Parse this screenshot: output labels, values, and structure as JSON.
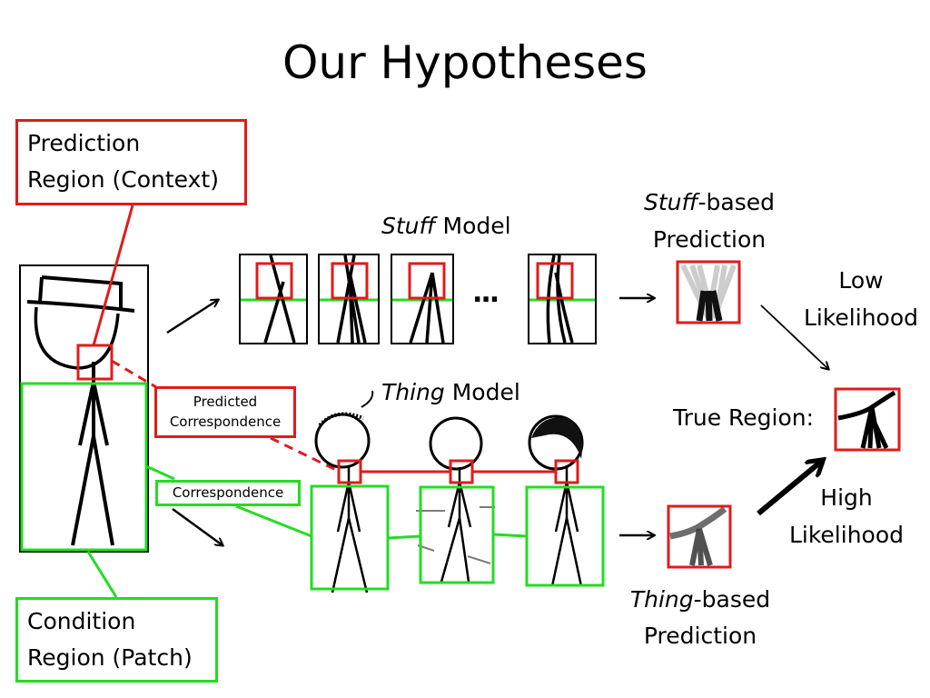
{
  "slide": {
    "title": "Our Hypotheses"
  },
  "callouts": {
    "prediction_region": [
      "Prediction",
      "Region (Context)"
    ],
    "condition_region": [
      "Condition",
      "Region (Patch)"
    ],
    "predicted_correspondence": [
      "Predicted",
      "Correspondence"
    ],
    "correspondence": "Correspondence"
  },
  "stuff": {
    "model_italic": "Stuff",
    "model_rest": " Model",
    "ellipsis": "...",
    "prediction_italic": "Stuff",
    "prediction_rest": "-based",
    "prediction_line2": "Prediction",
    "likelihood_line1": "Low",
    "likelihood_line2": "Likelihood",
    "exemplar_count_shown": 4
  },
  "thing": {
    "model_italic": "Thing",
    "model_rest": " Model",
    "prediction_italic": "Thing",
    "prediction_rest": "-based",
    "prediction_line2": "Prediction",
    "likelihood_line1": "High",
    "likelihood_line2": "Likelihood",
    "exemplar_count_shown": 3
  },
  "true_region": {
    "label": "True Region:"
  },
  "colors": {
    "prediction_region": "#e01b1b",
    "condition_region": "#22dd22",
    "stroke": "#000000"
  }
}
